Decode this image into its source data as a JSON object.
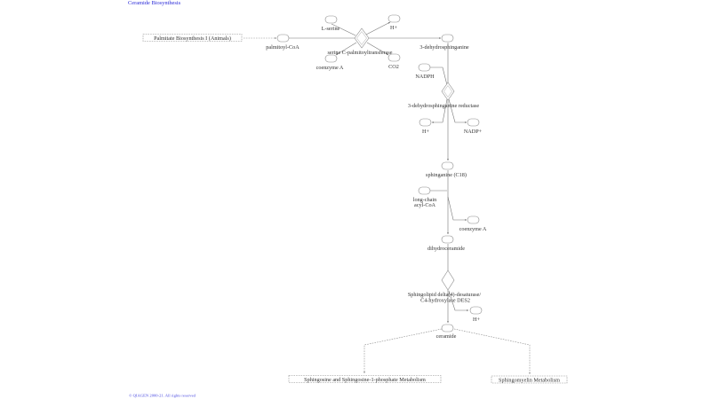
{
  "title": "Ceramide Biosynthesis",
  "copyright": "© QIAGEN 2000-21. All rights reserved",
  "pathways": {
    "palmitate": "Palmitate Biosynthesis I (Animals)",
    "sphingosine": "Sphingosine and Sphingosine-1-phosphate Metabolism",
    "sphingomyelin": "Sphingomyelin Metabolism"
  },
  "enzymes": {
    "spt": "serine C-palmitoyltransferase",
    "ksr": "3-dehydrosphinganine reductase",
    "des_line1": "Sphingolipid delta(4)-desaturase/",
    "des_line2": "C4-hydroxylase DES2"
  },
  "metabolites": {
    "palmitoyl_coa": "palmitoyl-CoA",
    "l_serine": "L-serine",
    "h_plus_1": "H+",
    "coenzyme_a_1": "coenzyme A",
    "co2": "CO2",
    "dehydrosphinganine": "3-dehydrosphinganine",
    "nadph": "NADPH",
    "h_plus_2": "H+",
    "nadp_plus": "NADP+",
    "sphinganine": "sphinganine (C18)",
    "long_chain_line1": "long-chain",
    "long_chain_line2": "acyl-CoA",
    "coenzyme_a_2": "coenzyme A",
    "dihydroceramide": "dihydroceramide",
    "h_plus_3": "H+",
    "ceramide": "ceramide"
  }
}
